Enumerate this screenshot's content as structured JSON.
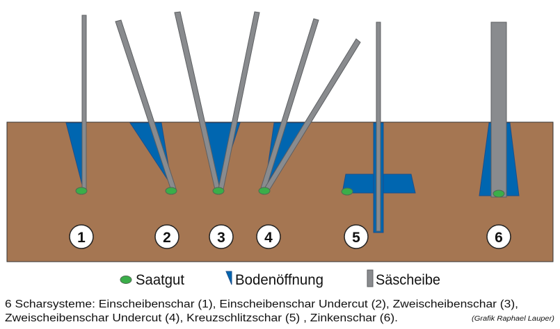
{
  "diagram": {
    "systems": [
      {
        "number": "1"
      },
      {
        "number": "2"
      },
      {
        "number": "3"
      },
      {
        "number": "4"
      },
      {
        "number": "5"
      },
      {
        "number": "6"
      }
    ],
    "legend": {
      "seed": "Saatgut",
      "soil_opening": "Bodenöffnung",
      "disc": "Säscheibe"
    },
    "caption": {
      "line1": "6 Scharsysteme: Einscheibenschar (1), Einscheibenschar Undercut (2), Zweischeibenschar (3),",
      "line2": "Zweischeibenschar Undercut (4), Kreuzschlitzschar (5) , Zinkenschar (6).",
      "credit": "(Grafik Raphael Lauper)"
    },
    "colors": {
      "soil": "#a57652",
      "opening": "#0066b0",
      "disc": "#898b8e",
      "seed": "#3aae49"
    }
  }
}
